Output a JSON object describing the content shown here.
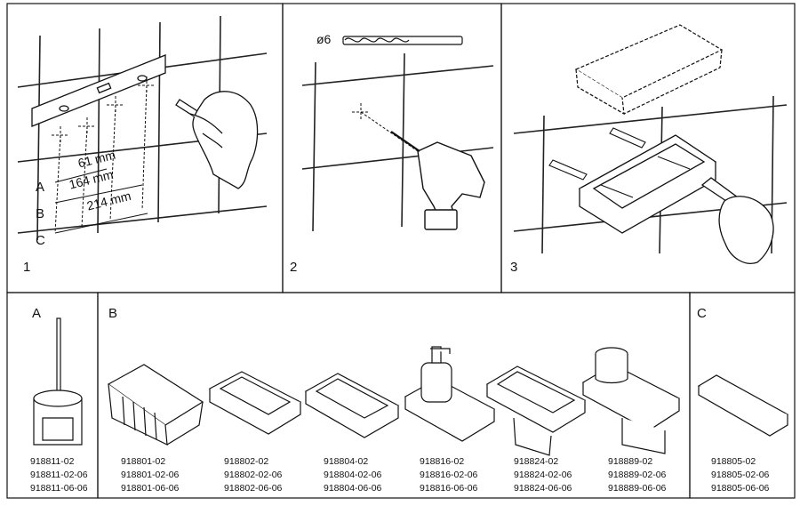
{
  "steps": [
    {
      "number": "1"
    },
    {
      "number": "2"
    },
    {
      "number": "3"
    }
  ],
  "measure": {
    "labels": [
      "A",
      "B",
      "C"
    ],
    "dims": [
      "61 mm",
      "164 mm",
      "214 mm"
    ]
  },
  "drill": {
    "diameter": "ø6"
  },
  "groups": [
    {
      "letter": "A"
    },
    {
      "letter": "B"
    },
    {
      "letter": "C"
    }
  ],
  "products": [
    {
      "codes": [
        "918811-02",
        "918811-02-06",
        "918811-06-06"
      ]
    },
    {
      "codes": [
        "918801-02",
        "918801-02-06",
        "918801-06-06"
      ]
    },
    {
      "codes": [
        "918802-02",
        "918802-02-06",
        "918802-06-06"
      ]
    },
    {
      "codes": [
        "918804-02",
        "918804-02-06",
        "918804-06-06"
      ]
    },
    {
      "codes": [
        "918816-02",
        "918816-02-06",
        "918816-06-06"
      ]
    },
    {
      "codes": [
        "918824-02",
        "918824-02-06",
        "918824-06-06"
      ]
    },
    {
      "codes": [
        "918889-02",
        "918889-02-06",
        "918889-06-06"
      ]
    },
    {
      "codes": [
        "918805-02",
        "918805-02-06",
        "918805-06-06"
      ]
    }
  ],
  "colors": {
    "line": "#111111",
    "background": "#ffffff",
    "tile_grout": "#222222"
  }
}
